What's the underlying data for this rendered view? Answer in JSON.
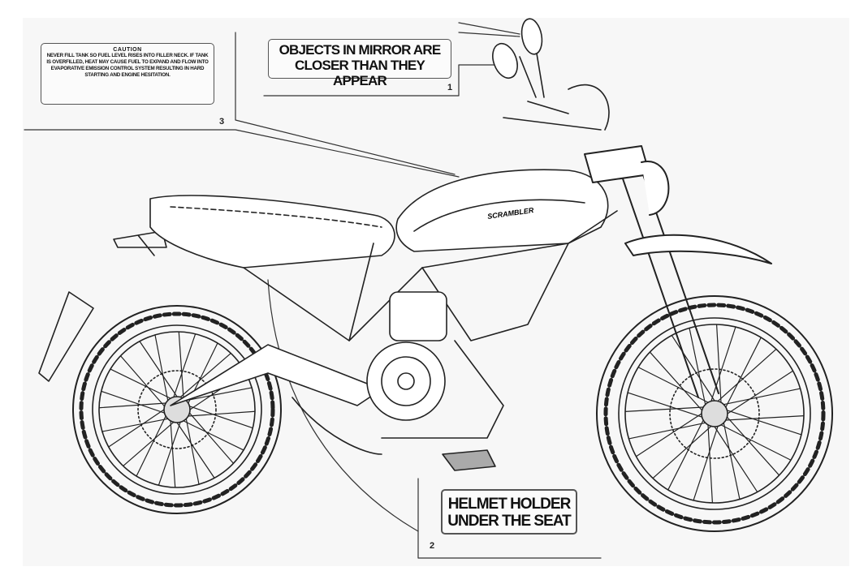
{
  "labels": {
    "caution": {
      "number": "3",
      "title": "CAUTION",
      "text": "NEVER FILL TANK SO FUEL LEVEL RISES INTO FILLER NECK. IF TANK IS OVERFILLED, HEAT MAY CAUSE FUEL TO EXPAND AND FLOW INTO EVAPORATIVE EMISSION CONTROL SYSTEM RESULTING IN HARD STARTING AND ENGINE HESITATION."
    },
    "mirror": {
      "number": "1",
      "line1": "OBJECTS IN MIRROR ARE",
      "line2": "CLOSER THAN THEY APPEAR"
    },
    "helmet": {
      "number": "2",
      "line1": "HELMET HOLDER",
      "line2": "UNDER THE SEAT"
    }
  },
  "tank_logo": "SCRAMBLER"
}
